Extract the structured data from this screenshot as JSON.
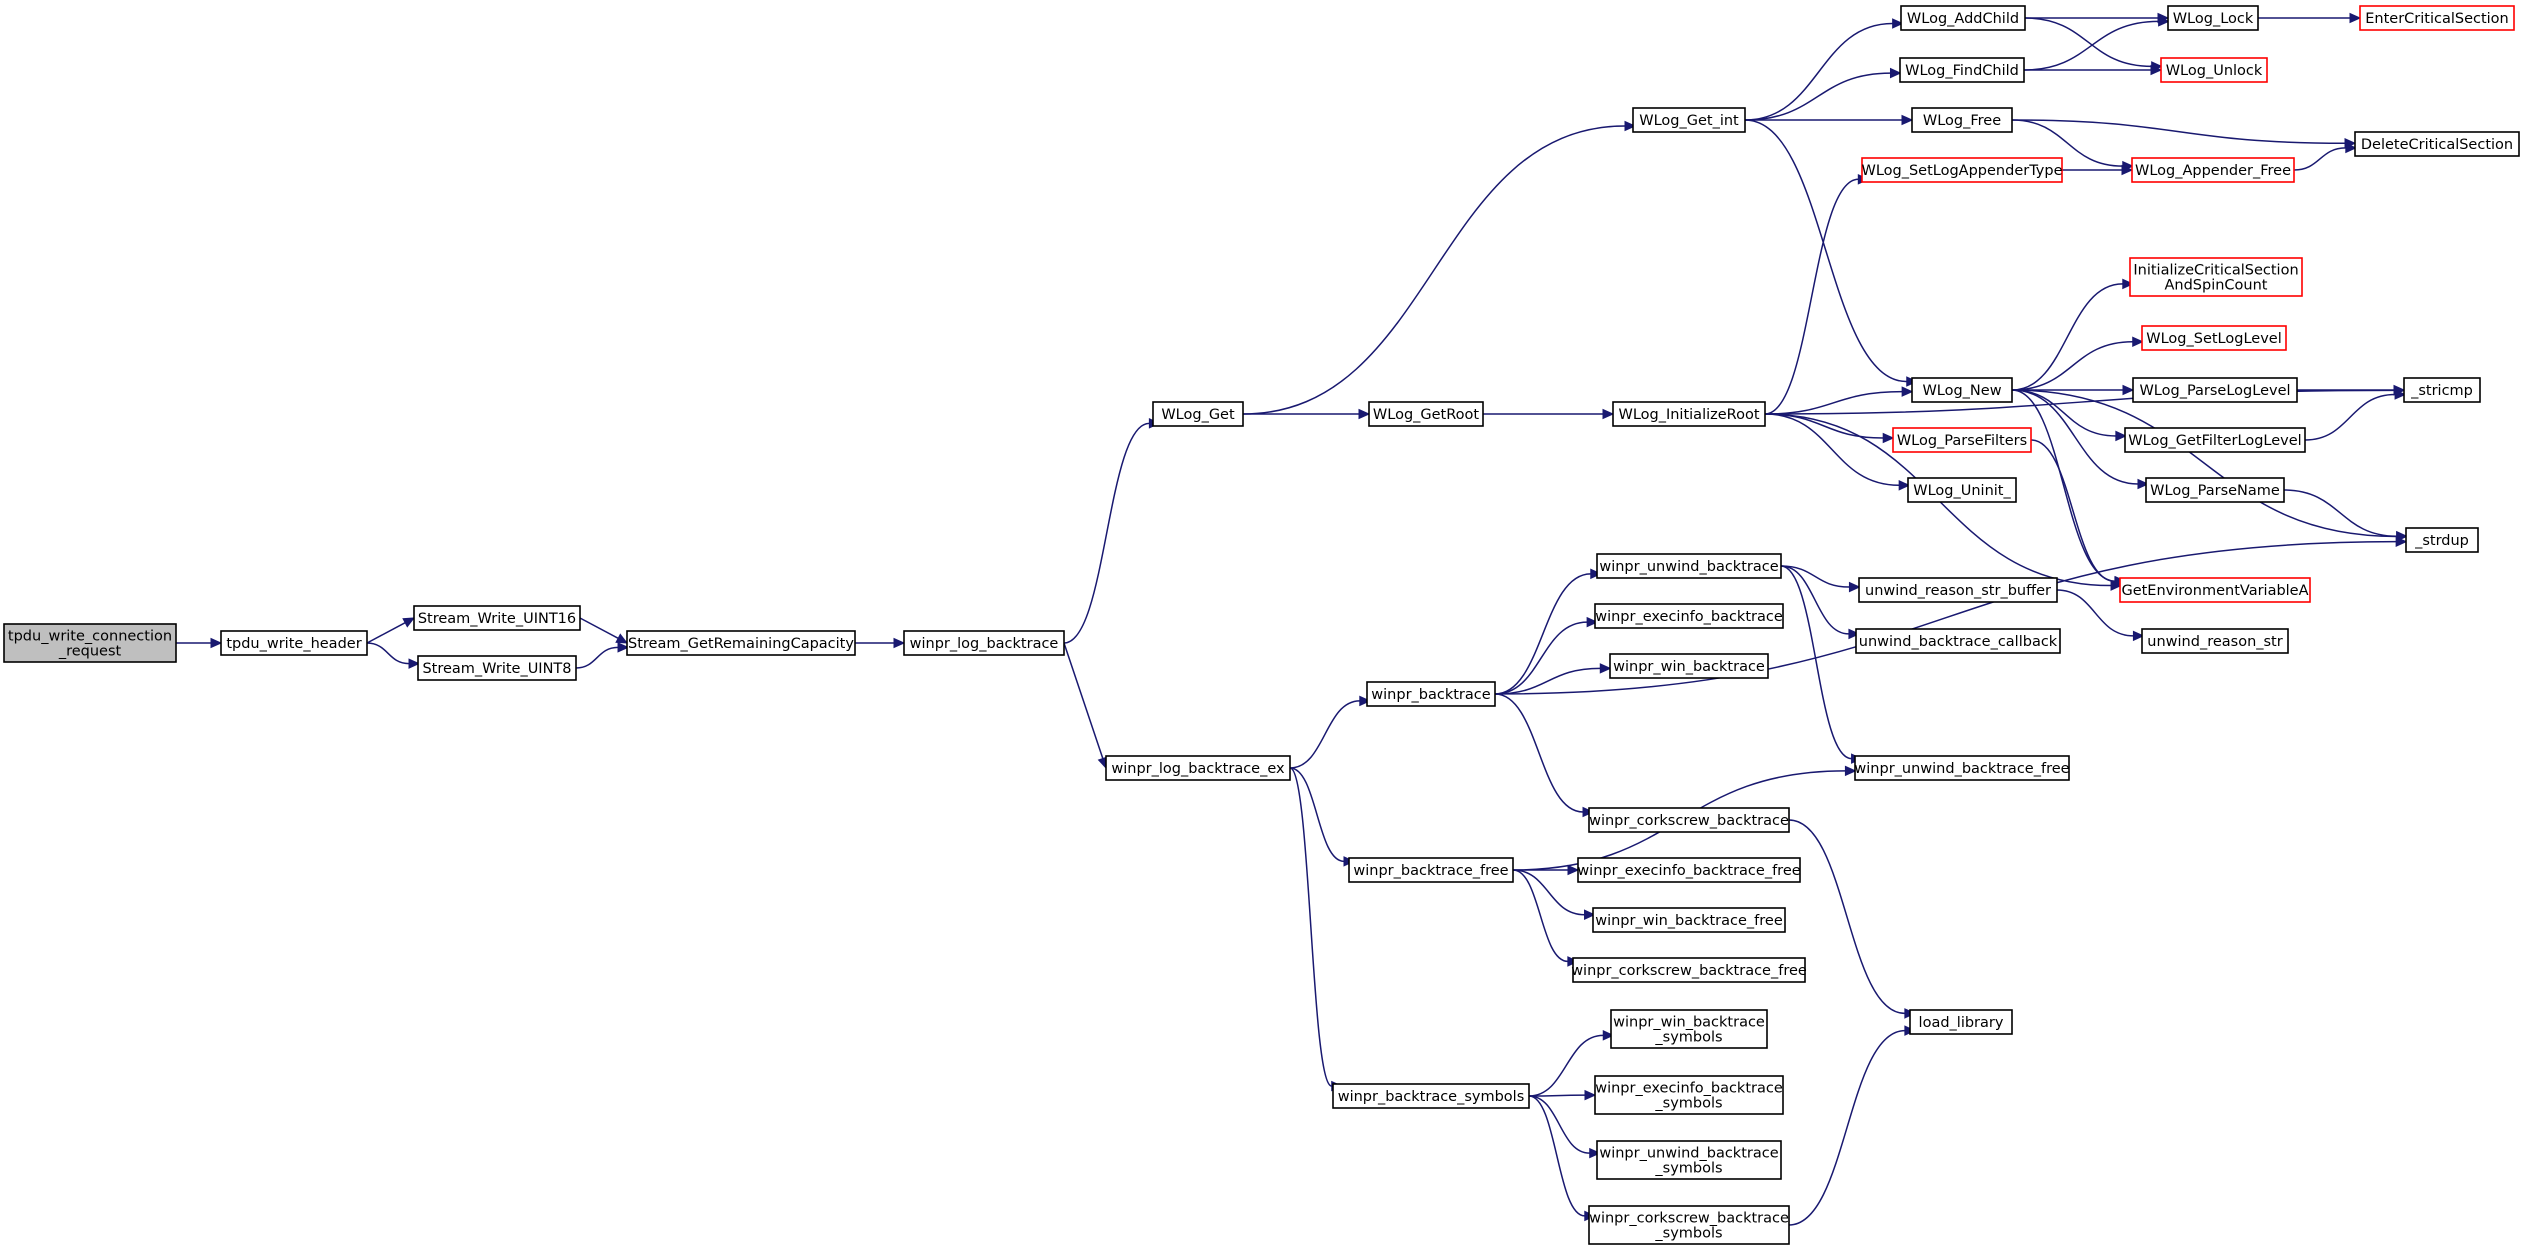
{
  "nodes": [
    {
      "id": "tpdu_write_connection_request",
      "lines": [
        "tpdu_write_connection",
        "_request"
      ],
      "style": "root"
    },
    {
      "id": "tpdu_write_header",
      "lines": [
        "tpdu_write_header"
      ]
    },
    {
      "id": "Stream_Write_UINT16",
      "lines": [
        "Stream_Write_UINT16"
      ]
    },
    {
      "id": "Stream_Write_UINT8",
      "lines": [
        "Stream_Write_UINT8"
      ]
    },
    {
      "id": "Stream_GetRemainingCapacity",
      "lines": [
        "Stream_GetRemainingCapacity"
      ]
    },
    {
      "id": "winpr_log_backtrace",
      "lines": [
        "winpr_log_backtrace"
      ]
    },
    {
      "id": "WLog_Get",
      "lines": [
        "WLog_Get"
      ]
    },
    {
      "id": "winpr_log_backtrace_ex",
      "lines": [
        "winpr_log_backtrace_ex"
      ]
    },
    {
      "id": "WLog_GetRoot",
      "lines": [
        "WLog_GetRoot"
      ]
    },
    {
      "id": "WLog_Get_int",
      "lines": [
        "WLog_Get_int"
      ]
    },
    {
      "id": "WLog_InitializeRoot",
      "lines": [
        "WLog_InitializeRoot"
      ]
    },
    {
      "id": "winpr_backtrace",
      "lines": [
        "winpr_backtrace"
      ]
    },
    {
      "id": "winpr_backtrace_free",
      "lines": [
        "winpr_backtrace_free"
      ]
    },
    {
      "id": "winpr_backtrace_symbols",
      "lines": [
        "winpr_backtrace_symbols"
      ]
    },
    {
      "id": "WLog_AddChild",
      "lines": [
        "WLog_AddChild"
      ]
    },
    {
      "id": "WLog_FindChild",
      "lines": [
        "WLog_FindChild"
      ]
    },
    {
      "id": "WLog_Free",
      "lines": [
        "WLog_Free"
      ]
    },
    {
      "id": "WLog_SetLogAppenderType",
      "lines": [
        "WLog_SetLogAppenderType"
      ],
      "style": "red"
    },
    {
      "id": "WLog_New",
      "lines": [
        "WLog_New"
      ]
    },
    {
      "id": "WLog_ParseFilters",
      "lines": [
        "WLog_ParseFilters"
      ],
      "style": "red"
    },
    {
      "id": "WLog_Uninit_",
      "lines": [
        "WLog_Uninit_"
      ]
    },
    {
      "id": "winpr_unwind_backtrace",
      "lines": [
        "winpr_unwind_backtrace"
      ]
    },
    {
      "id": "winpr_execinfo_backtrace",
      "lines": [
        "winpr_execinfo_backtrace"
      ]
    },
    {
      "id": "winpr_win_backtrace",
      "lines": [
        "winpr_win_backtrace"
      ]
    },
    {
      "id": "winpr_corkscrew_backtrace",
      "lines": [
        "winpr_corkscrew_backtrace"
      ]
    },
    {
      "id": "winpr_execinfo_backtrace_free",
      "lines": [
        "winpr_execinfo_backtrace_free"
      ]
    },
    {
      "id": "winpr_win_backtrace_free",
      "lines": [
        "winpr_win_backtrace_free"
      ]
    },
    {
      "id": "winpr_corkscrew_backtrace_free",
      "lines": [
        "winpr_corkscrew_backtrace_free"
      ]
    },
    {
      "id": "winpr_win_backtrace_symbols",
      "lines": [
        "winpr_win_backtrace",
        "_symbols"
      ]
    },
    {
      "id": "winpr_execinfo_backtrace_symbols",
      "lines": [
        "winpr_execinfo_backtrace",
        "_symbols"
      ]
    },
    {
      "id": "winpr_unwind_backtrace_symbols",
      "lines": [
        "winpr_unwind_backtrace",
        "_symbols"
      ]
    },
    {
      "id": "winpr_corkscrew_backtrace_symbols",
      "lines": [
        "winpr_corkscrew_backtrace",
        "_symbols"
      ]
    },
    {
      "id": "WLog_Lock",
      "lines": [
        "WLog_Lock"
      ]
    },
    {
      "id": "WLog_Unlock",
      "lines": [
        "WLog_Unlock"
      ],
      "style": "red"
    },
    {
      "id": "WLog_Appender_Free",
      "lines": [
        "WLog_Appender_Free"
      ],
      "style": "red"
    },
    {
      "id": "InitializeCriticalSectionAndSpinCount",
      "lines": [
        "InitializeCriticalSection",
        "AndSpinCount"
      ],
      "style": "red"
    },
    {
      "id": "WLog_SetLogLevel",
      "lines": [
        "WLog_SetLogLevel"
      ],
      "style": "red"
    },
    {
      "id": "WLog_ParseLogLevel",
      "lines": [
        "WLog_ParseLogLevel"
      ]
    },
    {
      "id": "WLog_GetFilterLogLevel",
      "lines": [
        "WLog_GetFilterLogLevel"
      ]
    },
    {
      "id": "WLog_ParseName",
      "lines": [
        "WLog_ParseName"
      ]
    },
    {
      "id": "GetEnvironmentVariableA",
      "lines": [
        "GetEnvironmentVariableA"
      ],
      "style": "red"
    },
    {
      "id": "unwind_reason_str_buffer",
      "lines": [
        "unwind_reason_str_buffer"
      ]
    },
    {
      "id": "unwind_backtrace_callback",
      "lines": [
        "unwind_backtrace_callback"
      ]
    },
    {
      "id": "unwind_reason_str",
      "lines": [
        "unwind_reason_str"
      ]
    },
    {
      "id": "winpr_unwind_backtrace_free",
      "lines": [
        "winpr_unwind_backtrace_free"
      ]
    },
    {
      "id": "load_library",
      "lines": [
        "load_library"
      ]
    },
    {
      "id": "EnterCriticalSection",
      "lines": [
        "EnterCriticalSection"
      ],
      "style": "red"
    },
    {
      "id": "DeleteCriticalSection",
      "lines": [
        "DeleteCriticalSection"
      ]
    },
    {
      "id": "_stricmp",
      "lines": [
        "_stricmp"
      ]
    },
    {
      "id": "_strdup",
      "lines": [
        "_strdup"
      ]
    }
  ],
  "edges": [
    [
      "tpdu_write_connection_request",
      "tpdu_write_header"
    ],
    [
      "tpdu_write_header",
      "Stream_Write_UINT16"
    ],
    [
      "tpdu_write_header",
      "Stream_Write_UINT8"
    ],
    [
      "Stream_Write_UINT16",
      "Stream_GetRemainingCapacity"
    ],
    [
      "Stream_Write_UINT8",
      "Stream_GetRemainingCapacity"
    ],
    [
      "Stream_GetRemainingCapacity",
      "winpr_log_backtrace"
    ],
    [
      "winpr_log_backtrace",
      "WLog_Get"
    ],
    [
      "winpr_log_backtrace",
      "winpr_log_backtrace_ex"
    ],
    [
      "WLog_Get",
      "WLog_Get_int"
    ],
    [
      "WLog_Get",
      "WLog_GetRoot"
    ],
    [
      "WLog_GetRoot",
      "WLog_InitializeRoot"
    ],
    [
      "WLog_Get_int",
      "WLog_AddChild"
    ],
    [
      "WLog_Get_int",
      "WLog_FindChild"
    ],
    [
      "WLog_Get_int",
      "WLog_Free"
    ],
    [
      "WLog_Get_int",
      "WLog_New"
    ],
    [
      "WLog_AddChild",
      "WLog_Lock"
    ],
    [
      "WLog_AddChild",
      "WLog_Unlock"
    ],
    [
      "WLog_FindChild",
      "WLog_Lock"
    ],
    [
      "WLog_FindChild",
      "WLog_Unlock"
    ],
    [
      "WLog_Lock",
      "EnterCriticalSection"
    ],
    [
      "WLog_Free",
      "DeleteCriticalSection"
    ],
    [
      "WLog_Free",
      "WLog_Appender_Free"
    ],
    [
      "WLog_SetLogAppenderType",
      "WLog_Appender_Free"
    ],
    [
      "WLog_Appender_Free",
      "DeleteCriticalSection"
    ],
    [
      "WLog_InitializeRoot",
      "WLog_SetLogAppenderType"
    ],
    [
      "WLog_InitializeRoot",
      "_stricmp"
    ],
    [
      "WLog_InitializeRoot",
      "WLog_New"
    ],
    [
      "WLog_InitializeRoot",
      "WLog_ParseFilters"
    ],
    [
      "WLog_InitializeRoot",
      "WLog_Uninit_"
    ],
    [
      "WLog_InitializeRoot",
      "GetEnvironmentVariableA"
    ],
    [
      "WLog_New",
      "InitializeCriticalSectionAndSpinCount"
    ],
    [
      "WLog_New",
      "WLog_SetLogLevel"
    ],
    [
      "WLog_New",
      "WLog_ParseLogLevel"
    ],
    [
      "WLog_New",
      "WLog_GetFilterLogLevel"
    ],
    [
      "WLog_New",
      "WLog_ParseName"
    ],
    [
      "WLog_New",
      "GetEnvironmentVariableA"
    ],
    [
      "WLog_New",
      "_strdup"
    ],
    [
      "WLog_ParseFilters",
      "GetEnvironmentVariableA"
    ],
    [
      "WLog_ParseLogLevel",
      "_stricmp"
    ],
    [
      "WLog_GetFilterLogLevel",
      "_stricmp"
    ],
    [
      "WLog_ParseName",
      "_strdup"
    ],
    [
      "winpr_log_backtrace_ex",
      "winpr_backtrace"
    ],
    [
      "winpr_log_backtrace_ex",
      "winpr_backtrace_free"
    ],
    [
      "winpr_log_backtrace_ex",
      "winpr_backtrace_symbols"
    ],
    [
      "winpr_backtrace",
      "winpr_unwind_backtrace"
    ],
    [
      "winpr_backtrace",
      "winpr_execinfo_backtrace"
    ],
    [
      "winpr_backtrace",
      "winpr_win_backtrace"
    ],
    [
      "winpr_backtrace",
      "winpr_corkscrew_backtrace"
    ],
    [
      "winpr_backtrace",
      "_strdup"
    ],
    [
      "winpr_unwind_backtrace",
      "unwind_reason_str_buffer"
    ],
    [
      "winpr_unwind_backtrace",
      "unwind_backtrace_callback"
    ],
    [
      "winpr_unwind_backtrace",
      "winpr_unwind_backtrace_free"
    ],
    [
      "unwind_reason_str_buffer",
      "unwind_reason_str"
    ],
    [
      "winpr_corkscrew_backtrace",
      "load_library"
    ],
    [
      "winpr_backtrace_free",
      "winpr_unwind_backtrace_free"
    ],
    [
      "winpr_backtrace_free",
      "winpr_execinfo_backtrace_free"
    ],
    [
      "winpr_backtrace_free",
      "winpr_win_backtrace_free"
    ],
    [
      "winpr_backtrace_free",
      "winpr_corkscrew_backtrace_free"
    ],
    [
      "winpr_backtrace_symbols",
      "winpr_win_backtrace_symbols"
    ],
    [
      "winpr_backtrace_symbols",
      "winpr_execinfo_backtrace_symbols"
    ],
    [
      "winpr_backtrace_symbols",
      "winpr_unwind_backtrace_symbols"
    ],
    [
      "winpr_backtrace_symbols",
      "winpr_corkscrew_backtrace_symbols"
    ],
    [
      "winpr_corkscrew_backtrace_symbols",
      "load_library"
    ]
  ],
  "colors": {
    "edge": "#191970",
    "node_border": "#000000",
    "external_node_border": "#ff0000",
    "root_fill": "#bfbfbf",
    "background": "#ffffff"
  }
}
